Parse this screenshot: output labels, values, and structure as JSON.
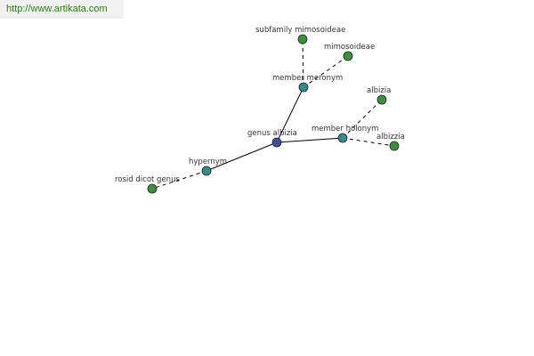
{
  "watermark": {
    "text": "http://www.artikata.com"
  },
  "colors": {
    "center": "#3f4f9a",
    "relation": "#3a8a8a",
    "leaf": "#3f8f3f",
    "edge": "#000000"
  },
  "graph": {
    "nodes": [
      {
        "id": "genus-albizia",
        "label": "genus albizia",
        "kind": "center"
      },
      {
        "id": "member-meronym",
        "label": "member meronym",
        "kind": "relation"
      },
      {
        "id": "member-holonym",
        "label": "member holonym",
        "kind": "relation"
      },
      {
        "id": "hypernym",
        "label": "hypernym",
        "kind": "relation"
      },
      {
        "id": "subfamily-mimosoideae",
        "label": "subfamily mimosoideae",
        "kind": "leaf"
      },
      {
        "id": "mimosoideae",
        "label": "mimosoideae",
        "kind": "leaf"
      },
      {
        "id": "albizia",
        "label": "albizia",
        "kind": "leaf"
      },
      {
        "id": "albizzia",
        "label": "albizzia",
        "kind": "leaf"
      },
      {
        "id": "rosid-dicot-genus",
        "label": "rosid dicot genus",
        "kind": "leaf"
      }
    ],
    "edges": [
      {
        "from": "genus-albizia",
        "to": "member-meronym",
        "style": "solid"
      },
      {
        "from": "genus-albizia",
        "to": "member-holonym",
        "style": "solid"
      },
      {
        "from": "genus-albizia",
        "to": "hypernym",
        "style": "solid"
      },
      {
        "from": "member-meronym",
        "to": "subfamily-mimosoideae",
        "style": "dashed"
      },
      {
        "from": "member-meronym",
        "to": "mimosoideae",
        "style": "dashed"
      },
      {
        "from": "member-holonym",
        "to": "albizia",
        "style": "dashed"
      },
      {
        "from": "member-holonym",
        "to": "albizzia",
        "style": "dashed"
      },
      {
        "from": "hypernym",
        "to": "rosid-dicot-genus",
        "style": "dashed"
      }
    ]
  }
}
